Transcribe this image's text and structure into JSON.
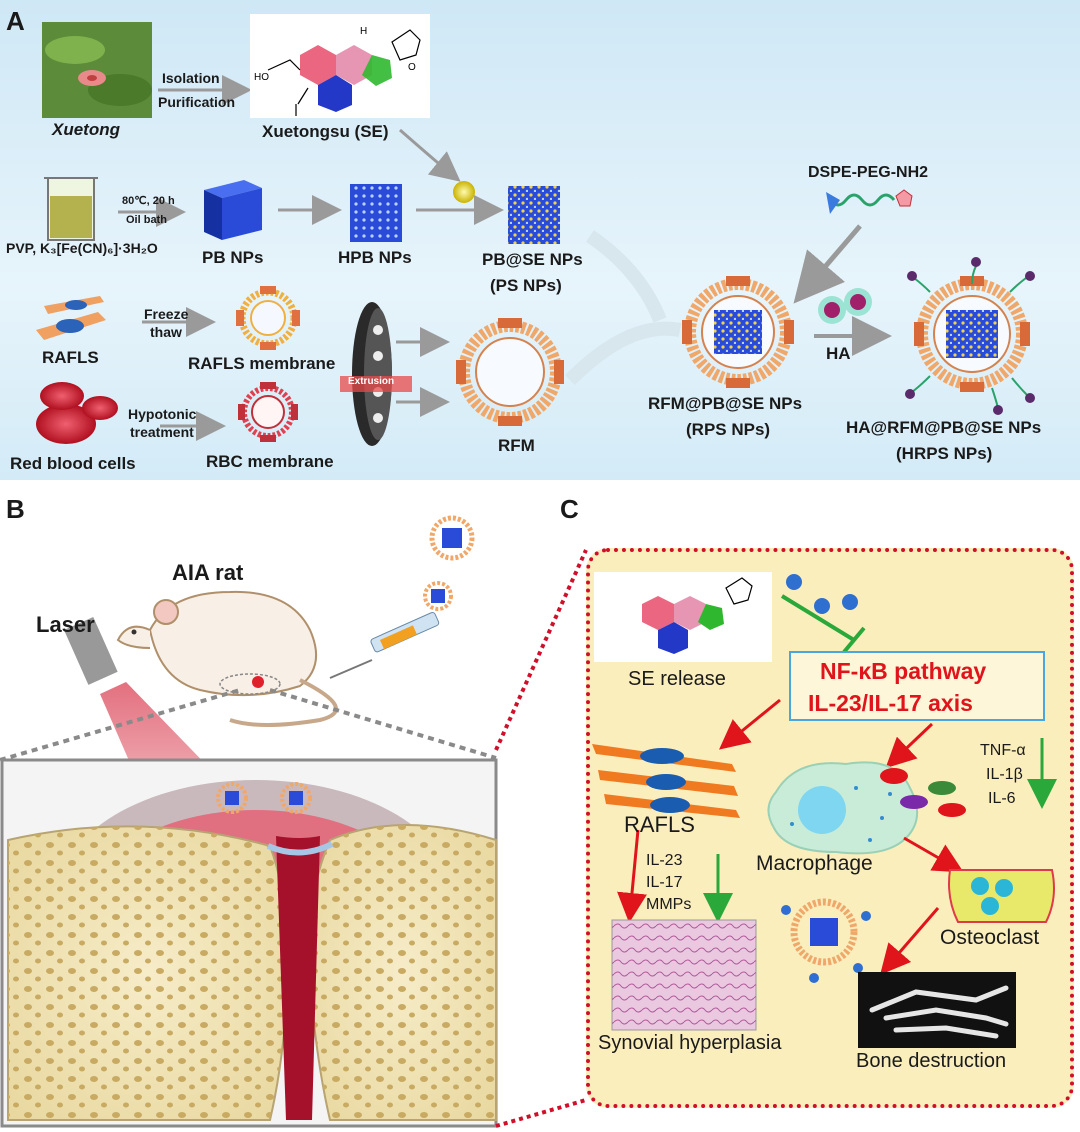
{
  "panels": {
    "a": "A",
    "b": "B",
    "c": "C"
  },
  "panel_a": {
    "xuetong": "Xuetong",
    "isolation": "Isolation",
    "purification": "Purification",
    "se_name": "Xuetongsu (SE)",
    "struct_hooh": "HO",
    "struct_o": "O",
    "struct_h": "H",
    "oil_temp": "80℃, 20 h",
    "oil_bath": "Oil bath",
    "pvp": "PVP, K₃[Fe(CN)₆]·3H₂O",
    "pb": "PB NPs",
    "hpb": "HPB NPs",
    "pbse": "PB@SE NPs",
    "ps": "(PS NPs)",
    "dspe": "DSPE-PEG-NH2",
    "rafls": "RAFLS",
    "freeze": "Freeze",
    "thaw": "thaw",
    "rafls_membrane": "RAFLS membrane",
    "rbc_cells": "Red blood cells",
    "hypotonic": "Hypotonic",
    "treatment": "treatment",
    "rbc_membrane": "RBC membrane",
    "extrusion": "Extrusion",
    "rfm": "RFM",
    "rps": "RFM@PB@SE NPs",
    "rps_abbr": "(RPS NPs)",
    "ha": "HA",
    "hrps": "HA@RFM@PB@SE NPs",
    "hrps_abbr": "(HRPS NPs)"
  },
  "panel_b": {
    "aia": "AIA rat",
    "laser": "Laser"
  },
  "panel_c": {
    "se_release": "SE release",
    "nfkb": "NF-κB pathway",
    "il23axis": "IL-23/IL-17 axis",
    "tnf": "TNF-α",
    "il1b": "IL-1β",
    "il6": "IL-6",
    "rafls": "RAFLS",
    "il23": "IL-23",
    "il17": "IL-17",
    "mmps": "MMPs",
    "macrophage": "Macrophage",
    "osteoclast": "Osteoclast",
    "synovial": "Synovial hyperplasia",
    "bone": "Bone destruction"
  },
  "colors": {
    "panel_a_bg": "#d9eef8",
    "panel_c_bg": "#fbeebd",
    "red_text": "#e0141b",
    "nanocube": "#1f3fbf",
    "membrane_red": "#c0303a",
    "arrow_gray": "#9a9a9a"
  }
}
